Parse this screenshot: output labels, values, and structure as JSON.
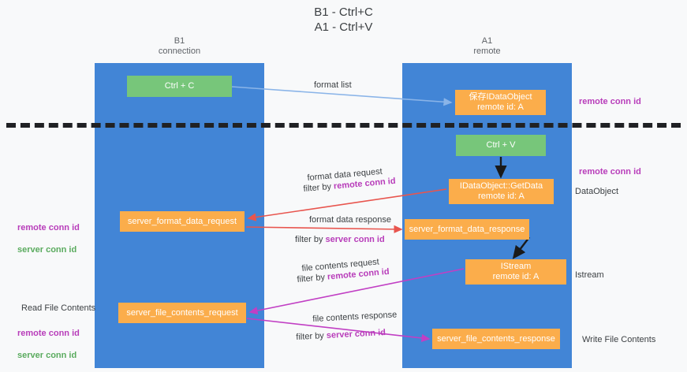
{
  "title": "B1 - Ctrl+C\nA1 - Ctrl+V",
  "lanes": [
    {
      "name": "b1",
      "label": "B1\nconnection"
    },
    {
      "name": "a1",
      "label": "A1\nremote"
    }
  ],
  "nodes": [
    {
      "id": "ctrl-c",
      "label": "Ctrl + C",
      "color": "#77c67a",
      "lane": "b1"
    },
    {
      "id": "save-idataobject",
      "label": "保存IDataObject\nremote id: A",
      "color": "#fbad4b",
      "lane": "a1"
    },
    {
      "id": "ctrl-v",
      "label": "Ctrl + V",
      "color": "#77c67a",
      "lane": "a1"
    },
    {
      "id": "idataobject-getdata",
      "label": "IDataObject::GetData\nremote id: A",
      "color": "#fbad4b",
      "lane": "a1"
    },
    {
      "id": "server-format-data-request",
      "label": "server_format_data_request",
      "color": "#fbad4b",
      "lane": "b1"
    },
    {
      "id": "server-format-data-response",
      "label": "server_format_data_response",
      "color": "#fbad4b",
      "lane": "a1"
    },
    {
      "id": "istream",
      "label": "IStream\nremote id: A",
      "color": "#fbad4b",
      "lane": "a1"
    },
    {
      "id": "server-file-contents-request",
      "label": "server_file_contents_request",
      "color": "#fbad4b",
      "lane": "b1"
    },
    {
      "id": "server-file-contents-response",
      "label": "server_file_contents_response",
      "color": "#fbad4b",
      "lane": "a1"
    }
  ],
  "edges": [
    {
      "id": "format-list",
      "line1": "format list",
      "line2": "",
      "highlight": "",
      "color": "#8ab4e8"
    },
    {
      "id": "format-data-request",
      "line1": "format data request",
      "line2": "filter by ",
      "highlight": "remote conn id",
      "color": "#e8554e"
    },
    {
      "id": "format-data-response",
      "line1": "format data response",
      "line2": "filter by ",
      "highlight": "server conn id",
      "color": "#e8554e"
    },
    {
      "id": "file-contents-request",
      "line1": "file contents request",
      "line2": "filter by ",
      "highlight": "remote conn id",
      "color": "#c13fc4"
    },
    {
      "id": "file-contents-response",
      "line1": "file contents response",
      "line2": "filter by ",
      "highlight": "server conn id",
      "color": "#c13fc4"
    }
  ],
  "annotations": {
    "right": [
      {
        "id": "remote-conn-id-top",
        "text": "remote conn id",
        "style": "purple"
      },
      {
        "id": "remote-conn-id-mid",
        "text": "remote conn id",
        "style": "purple"
      },
      {
        "id": "dataobject",
        "text": "DataObject",
        "style": "plain"
      },
      {
        "id": "istream",
        "text": "Istream",
        "style": "plain"
      },
      {
        "id": "write-file-contents",
        "text": "Write File Contents",
        "style": "plain"
      }
    ],
    "left": [
      {
        "id": "conn-ids-top",
        "remote": "remote conn id",
        "server": "server conn id"
      },
      {
        "id": "read-file-contents",
        "text": "Read File Contents"
      },
      {
        "id": "conn-ids-bottom",
        "remote": "remote conn id",
        "server": "server conn id"
      }
    ]
  },
  "colors": {
    "lane": "#4285d6",
    "green_node": "#77c67a",
    "orange_node": "#fbad4b",
    "background": "#f8f9fa",
    "divider": "#202124",
    "purple": "#b83dba",
    "green_text": "#5aab5e",
    "red_arrow": "#e8554e",
    "magenta_arrow": "#c13fc4",
    "blue_arrow": "#8ab4e8"
  }
}
